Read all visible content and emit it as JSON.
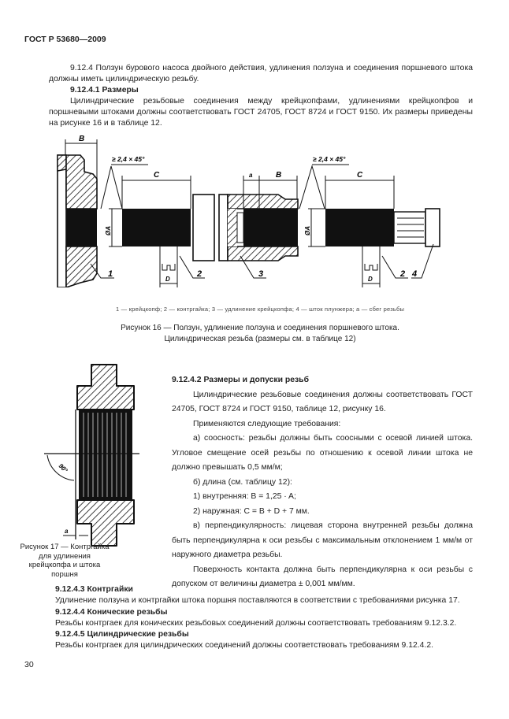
{
  "header": {
    "doc_id": "ГОСТ Р 53680—2009"
  },
  "intro": {
    "p1": "9.12.4 Ползун бурового насоса двойного действия, удлинения ползуна и соединения поршневого штока должны иметь цилиндрическую резьбу.",
    "h1": "9.12.4.1 Размеры",
    "p2": "Цилиндрические резьбовые соединения между крейцкопфами, удлинениями крейцкопфов и поршневыми штоками должны соответствовать ГОСТ 24705, ГОСТ 8724 и ГОСТ 9150. Их размеры приведены на рисунке 16 и в таблице 12."
  },
  "figure16": {
    "labels": {
      "B": "B",
      "C": "C",
      "a": "a",
      "D": "D",
      "diam_A": "ØA",
      "chamfer": "≥ 2,4 × 45°",
      "n1": "1",
      "n2": "2",
      "n3": "3",
      "n4": "4"
    },
    "legend": "1 — крейцкопф; 2 — контргайка; 3 — удлинение крейцкопфа; 4 — шток плунжера; а — сбег резьбы",
    "caption_line1": "Рисунок 16 — Ползун, удлинение ползуна и соединения поршневого штока.",
    "caption_line2": "Цилиндрическая  резьба (размеры см. в таблице 12)"
  },
  "figure17": {
    "angle_label": "90°",
    "a_label": "a",
    "caption": "Рисунок 17 — Контргайка для удлинения крейцкопфа и штока поршня"
  },
  "section_4_2": {
    "heading": "9.12.4.2 Размеры и допуски резьб",
    "p1": "Цилиндрические резьбовые соединения должны соответствовать ГОСТ 24705, ГОСТ 8724 и ГОСТ 9150, таблице 12, рисунку 16.",
    "p2": "Применяются следующие требования:",
    "p3": "а) соосность: резьбы должны быть соосными с осевой линией штока. Угловое смещение осей резьбы по отношению к осевой линии штока не должно превышать 0,5 мм/м;",
    "p4": "б) длина (см. таблицу 12):",
    "p5": "1) внутренняя: B = 1,25 · A;",
    "p6": "2) наружная: C = B + D + 7 мм.",
    "p7": "в) перпендикулярность: лицевая сторона внутренней резьбы должна быть перпендикулярна к оси резьбы с максимальным отклонением 1 мм/м от наружного диаметра резьбы.",
    "p8": "Поверхность контакта должна быть перпендикулярна к оси резьбы с допуском от величины диаметра ± 0,001 мм/мм."
  },
  "section_4_3": {
    "heading": "9.12.4.3 Контргайки",
    "text": "Удлинение ползуна и контргайки штока поршня поставляются в соответствии с требованиями рисунка 17."
  },
  "section_4_4": {
    "heading": "9.12.4.4 Конические резьбы",
    "text": "Резьбы контргаек для конических резьбовых соединений должны соответствовать требованиям 9.12.3.2."
  },
  "section_4_5": {
    "heading": "9.12.4.5 Цилиндрические резьбы",
    "text": "Резьбы контргаек для цилиндрических соединений должны соответствовать требованиям  9.12.4.2."
  },
  "footer": {
    "page_number": "30"
  }
}
